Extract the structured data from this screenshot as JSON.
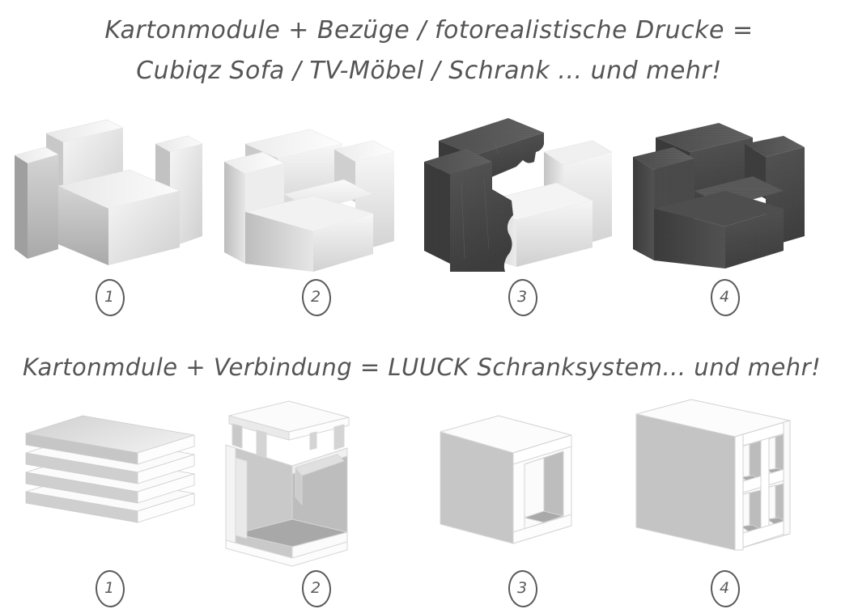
{
  "page": {
    "background_color": "#ffffff",
    "ink_color": "#555555",
    "cardboard_light": "#f2f2f2",
    "cardboard_mid": "#d8d8d8",
    "cardboard_shade": "#b9b9b9",
    "fabric_dark": "#4a4a4a",
    "fabric_dark_shade": "#3a3a3a"
  },
  "headings": {
    "row1_line1": "Kartonmodule + Bezüge / fotorealistische Drucke =",
    "row1_line2": "Cubiqz Sofa / TV-Möbel / Schrank ... und mehr!",
    "row2_line1": "Kartonmdule + Verbindung = LUUCK Schranksystem... und mehr!"
  },
  "rows": [
    {
      "id": "covers",
      "steps": [
        {
          "number": "1",
          "caption_label": "1"
        },
        {
          "number": "2",
          "caption_label": "2"
        },
        {
          "number": "3",
          "caption_label": "3"
        },
        {
          "number": "4",
          "caption_label": "4"
        }
      ]
    },
    {
      "id": "cabinet",
      "steps": [
        {
          "number": "1",
          "caption_label": "1"
        },
        {
          "number": "2",
          "caption_label": "2"
        },
        {
          "number": "3",
          "caption_label": "3"
        },
        {
          "number": "4",
          "caption_label": "4"
        }
      ]
    }
  ]
}
